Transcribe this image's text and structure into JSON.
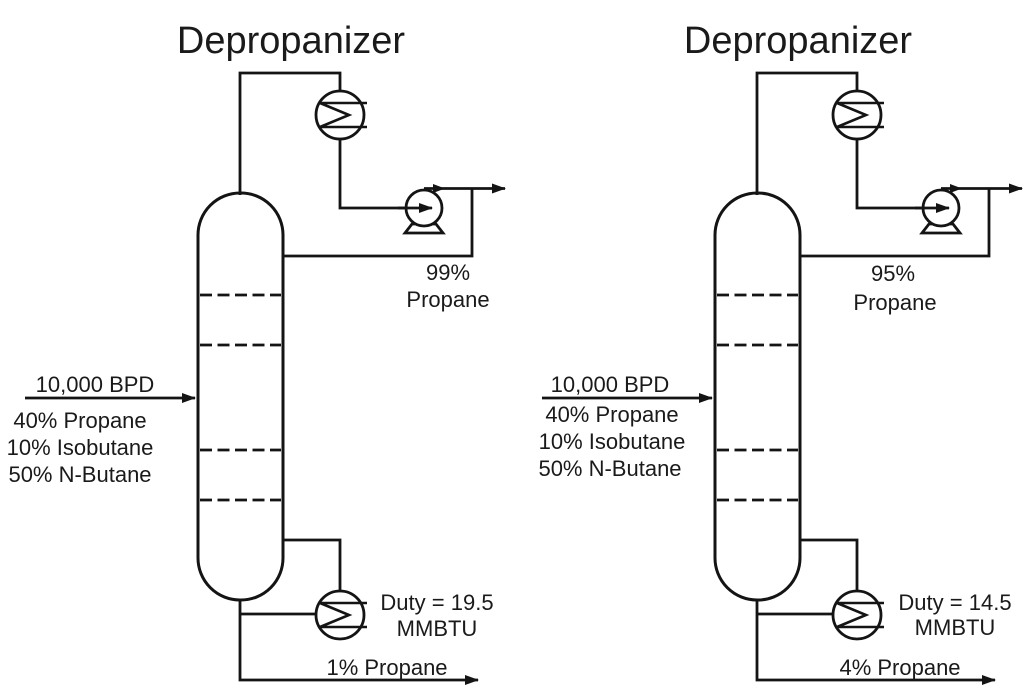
{
  "colors": {
    "line": "#141414",
    "background": "#ffffff",
    "text": "#1a1a1a"
  },
  "diagrams": [
    {
      "title": "Depropanizer",
      "feed": {
        "rate": "10,000 BPD",
        "components": [
          "40% Propane",
          "10% Isobutane",
          "50% N-Butane"
        ]
      },
      "distillate": {
        "purity": "99%",
        "component": "Propane"
      },
      "reboiler": {
        "duty": "Duty = 19.5",
        "units": "MMBTU"
      },
      "bottoms": "1% Propane"
    },
    {
      "title": "Depropanizer",
      "feed": {
        "rate": "10,000 BPD",
        "components": [
          "40% Propane",
          "10% Isobutane",
          "50% N-Butane"
        ]
      },
      "distillate": {
        "purity": "95%",
        "component": "Propane"
      },
      "reboiler": {
        "duty": "Duty = 14.5",
        "units": "MMBTU"
      },
      "bottoms": "4% Propane"
    }
  ]
}
